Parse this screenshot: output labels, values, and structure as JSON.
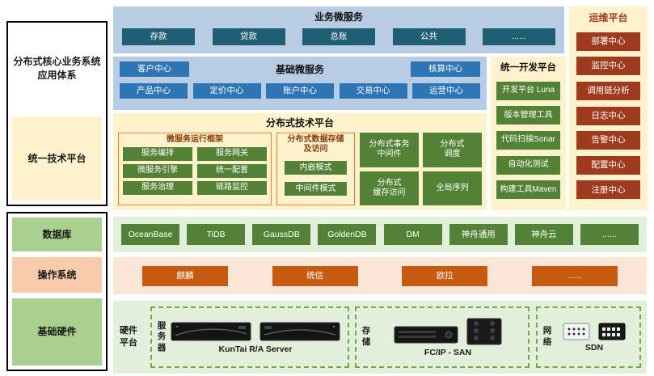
{
  "colors": {
    "light_blue": "#b8cce4",
    "cream": "#fff2cc",
    "teal": "#1f5f73",
    "blue": "#2e75b6",
    "green": "#538135",
    "dark_red": "#9e3a1e",
    "orange": "#c55a11",
    "light_green_bg": "#e2efda",
    "peach_bg": "#fbe5d6",
    "label_green": "#a9d08e",
    "label_peach": "#f8cbad",
    "dashed_green": "#70ad47",
    "orange_border": "#ed7d31",
    "subtitle_brown": "#843c0c"
  },
  "left_top": {
    "app_system": "分布式核心业务系统\n应用体系",
    "tech_platform": "统一技术平台"
  },
  "left_bottom": {
    "database": "数据库",
    "os": "操作系统",
    "hardware": "基础硬件"
  },
  "business": {
    "title": "业务微服务",
    "items": [
      "存款",
      "贷款",
      "总账",
      "公共",
      "......"
    ]
  },
  "basic": {
    "title": "基础微服务",
    "top_left": "客户中心",
    "top_right": "核算中心",
    "row": [
      "产品中心",
      "定价中心",
      "账户中心",
      "交易中心",
      "运营中心"
    ]
  },
  "dev": {
    "title": "统一开发平台",
    "items": [
      "开发平台 Luna",
      "版本管理工具",
      "代码扫描Sonar",
      "自动化测试",
      "构建工具Maven"
    ]
  },
  "ops": {
    "title": "运维平台",
    "items": [
      "部署中心",
      "监控中心",
      "调用链分析",
      "日志中心",
      "告警中心",
      "配置中心",
      "注册中心"
    ]
  },
  "dtp": {
    "title": "分布式技术平台",
    "runtime": {
      "title": "微服务运行框架",
      "items": [
        "服务编排",
        "服务网关",
        "微服务引擎",
        "统一配置",
        "服务治理",
        "链路监控"
      ]
    },
    "storage": {
      "title": "分布式数据存储\n及访问",
      "items": [
        "内嵌模式",
        "中间件模式"
      ]
    },
    "cells": [
      "分布式事务\n中间件",
      "分布式\n调度",
      "分布式\n缓存访问",
      "全局序列"
    ]
  },
  "databases": [
    "OceanBase",
    "TiDB",
    "GaussDB",
    "GoldenDB",
    "DM",
    "神舟通用",
    "神舟云",
    "......"
  ],
  "oses": [
    "麒麟",
    "统信",
    "欧拉",
    "......"
  ],
  "hardware": {
    "platform": "硬件\n平台",
    "server_label": "服务器",
    "server_caption": "KunTai R/A Server",
    "storage_label": "存储",
    "storage_caption": "FC/IP - SAN",
    "network_label": "网络",
    "network_caption": "SDN"
  }
}
